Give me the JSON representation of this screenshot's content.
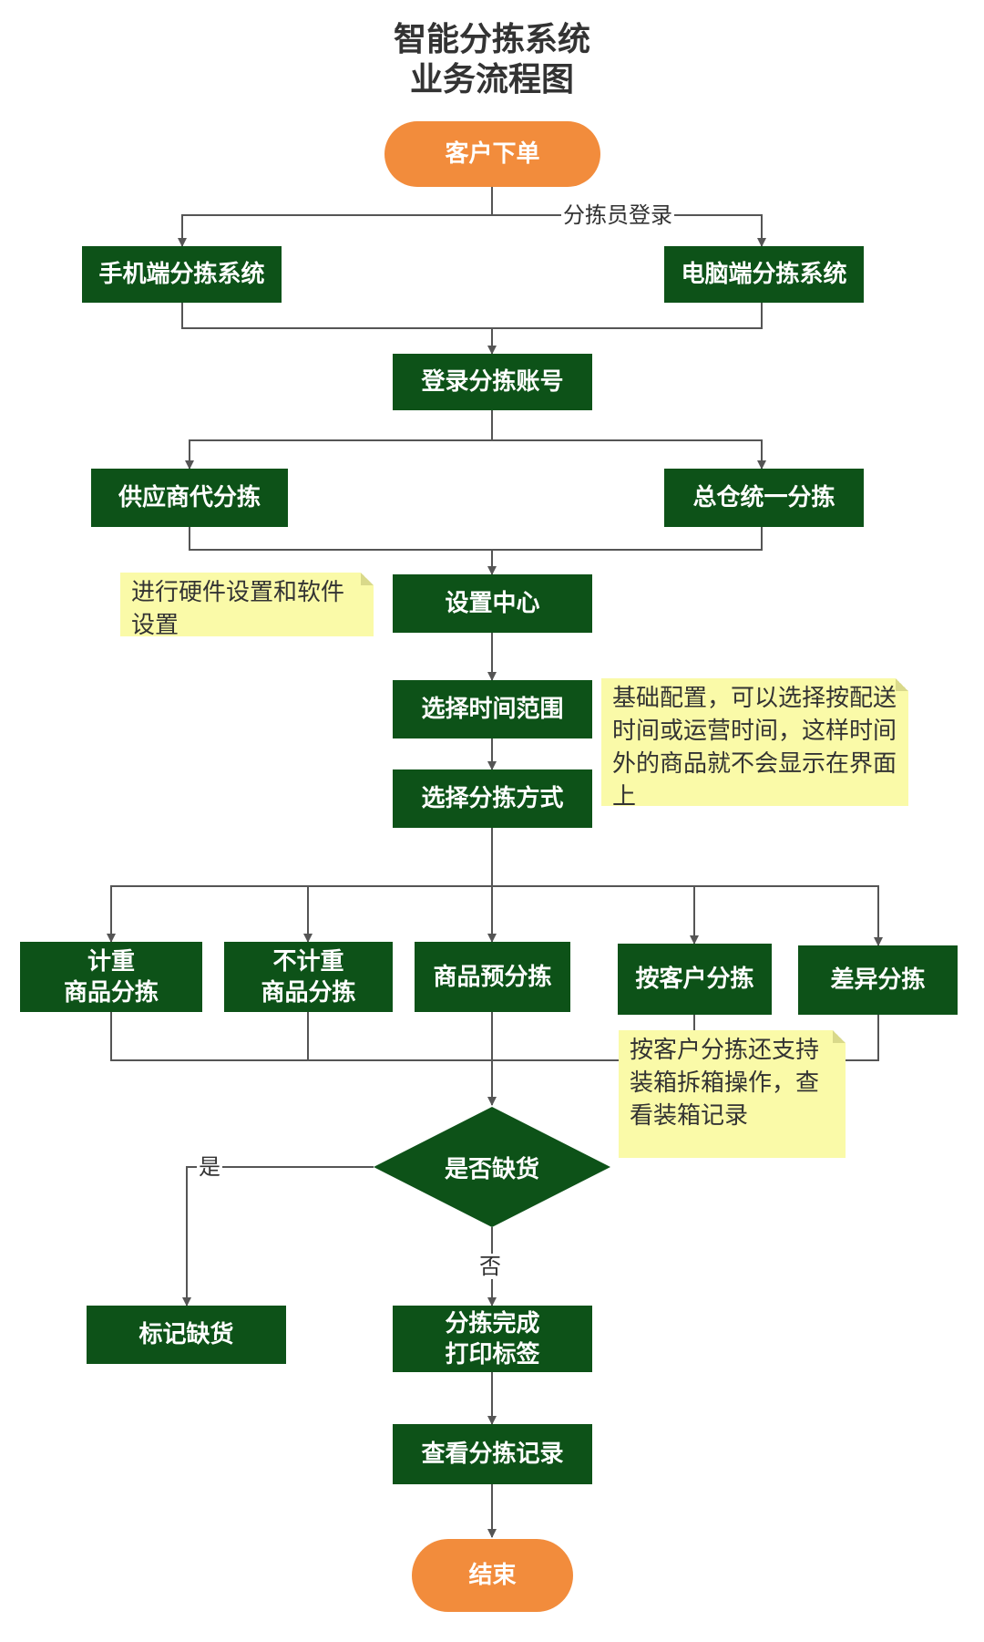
{
  "diagram": {
    "title_line1": "智能分拣系统",
    "title_line2": "业务流程图",
    "nodes": {
      "order": "客户下单",
      "mobile": "手机端分拣系统",
      "pc": "电脑端分拣系统",
      "login": "登录分拣账号",
      "supplier": "供应商代分拣",
      "warehouse": "总仓统一分拣",
      "settings": "设置中心",
      "time_range": "选择时间范围",
      "method": "选择分拣方式",
      "weigh": "计重\n商品分拣",
      "noweigh": "不计重\n商品分拣",
      "presort": "商品预分拣",
      "customer": "按客户分拣",
      "diff": "差异分拣",
      "shortage_q": "是否缺货",
      "mark": "标记缺货",
      "done": "分拣完成\n打印标签",
      "records": "查看分拣记录",
      "end": "结束"
    },
    "edge_labels": {
      "sorter_login": "分拣员登录",
      "yes": "是",
      "no": "否"
    },
    "notes": {
      "settings_note": "进行硬件设置和软件设置",
      "time_note": "基础配置，可以选择按配送时间或运营时间，这样时间外的商品就不会显示在界面上",
      "customer_note": "按客户分拣还支持装箱拆箱操作，查看装箱记录"
    },
    "colors": {
      "process_fill": "#0d5218",
      "terminal_fill": "#f28c3c",
      "note_fill": "#fafaa8",
      "line": "#555555"
    }
  }
}
